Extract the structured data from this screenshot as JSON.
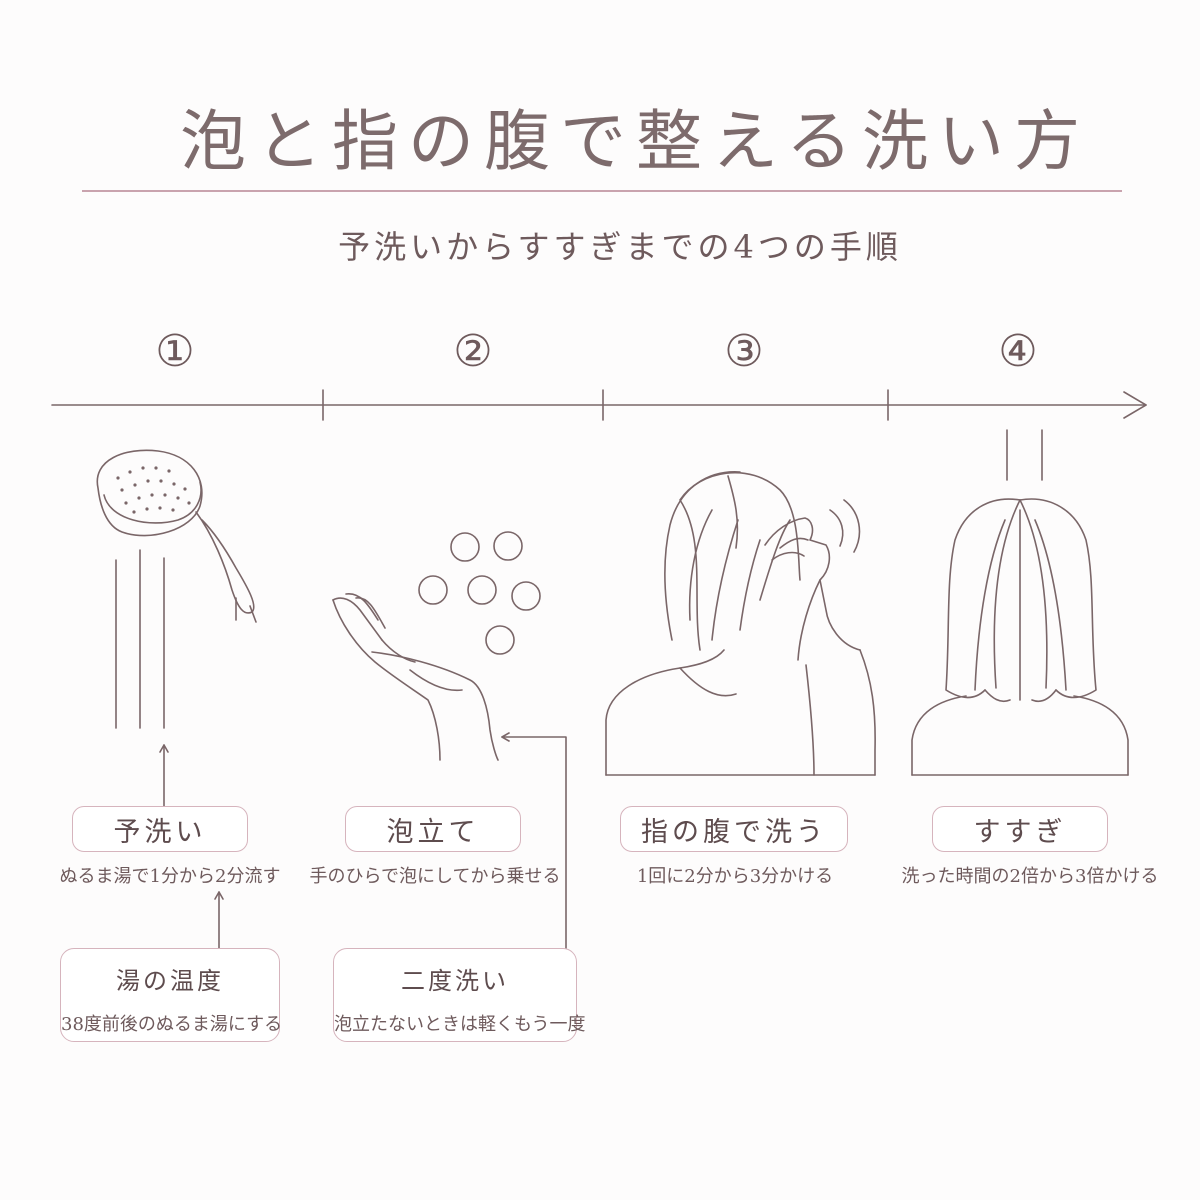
{
  "title": "泡と指の腹で整える洗い方",
  "subtitle": "予洗いからすすぎまでの4つの手順",
  "steps": [
    {
      "number": "①",
      "label": "予洗い",
      "caption": "ぬるま湯で1分から2分流す",
      "illustration": "shower-head-icon"
    },
    {
      "number": "②",
      "label": "泡立て",
      "caption": "手のひらで泡にしてから乗せる",
      "illustration": "hand-foam-icon"
    },
    {
      "number": "③",
      "label": "指の腹で洗う",
      "caption": "1回に2分から3分かける",
      "illustration": "head-massage-icon"
    },
    {
      "number": "④",
      "label": "すすぎ",
      "caption": "洗った時間の2倍から3倍かける",
      "illustration": "rinse-hair-icon"
    }
  ],
  "notes": [
    {
      "title": "湯の温度",
      "text": "38度前後のぬるま湯にする"
    },
    {
      "title": "二度洗い",
      "text": "泡立たないときは軽くもう一度"
    }
  ],
  "colors": {
    "line": "#7a6668",
    "accent": "#d6b4bd",
    "title_rule": "#c9a3ae",
    "text": "#6e5a5c"
  }
}
